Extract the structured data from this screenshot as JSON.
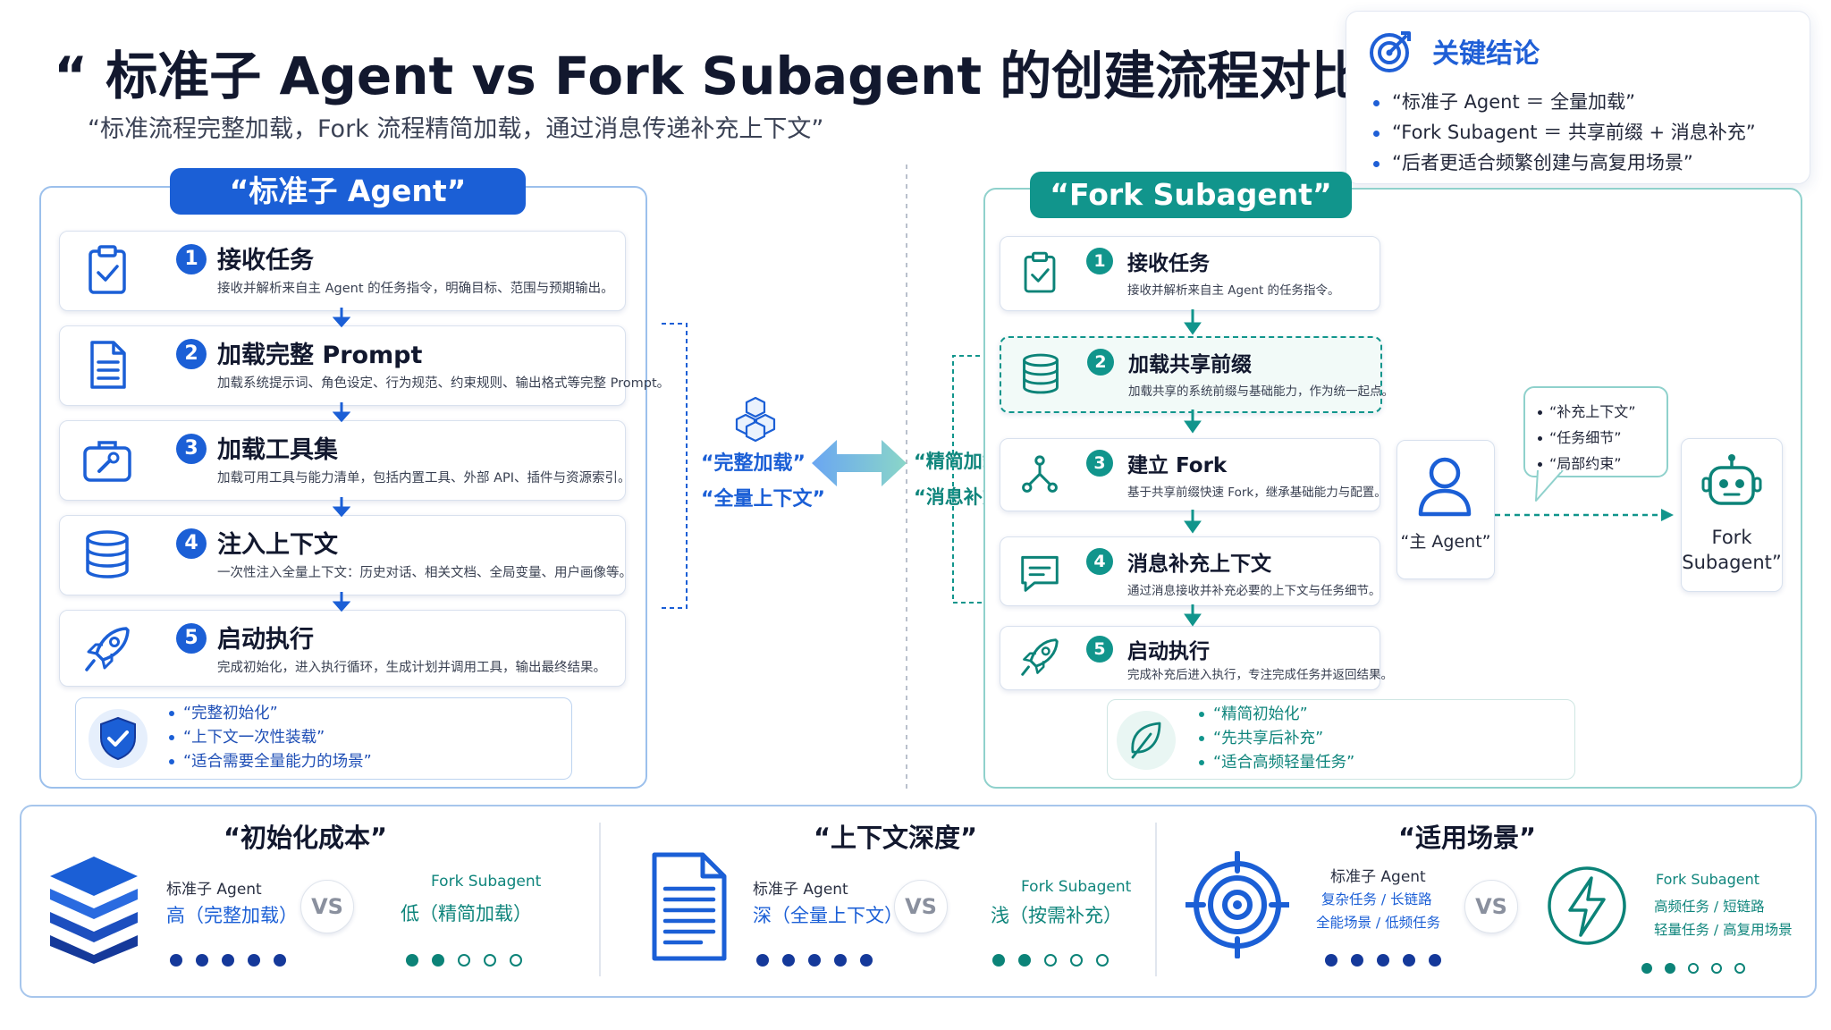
{
  "header": {
    "title": "“ 标准子 Agent vs Fork Subagent 的创建流程对比 ”",
    "subtitle": "“标准流程完整加载，Fork 流程精简加载，通过消息传递补充上下文”"
  },
  "conclusion": {
    "title": "关键结论",
    "items": [
      "“标准子 Agent ＝ 全量加载”",
      "“Fork Subagent ＝ 共享前缀 + 消息补充”",
      "“后者更适合频繁创建与高复用场景”"
    ]
  },
  "left": {
    "header": "“标准子 Agent”",
    "steps": [
      {
        "num": "1",
        "title": "接收任务",
        "desc": "接收并解析来自主 Agent 的任务指令，明确目标、范围与预期输出。",
        "icon": "clipboard-check-icon"
      },
      {
        "num": "2",
        "title": "加载完整 Prompt",
        "desc": "加载系统提示词、角色设定、行为规范、约束规则、输出格式等完整 Prompt。",
        "icon": "document-icon"
      },
      {
        "num": "3",
        "title": "加载工具集",
        "desc": "加载可用工具与能力清单，包括内置工具、外部 API、插件与资源索引。",
        "icon": "toolbox-icon"
      },
      {
        "num": "4",
        "title": "注入上下文",
        "desc": "一次性注入全量上下文：历史对话、相关文档、全局变量、用户画像等。",
        "icon": "database-icon"
      },
      {
        "num": "5",
        "title": "启动执行",
        "desc": "完成初始化，进入执行循环，生成计划并调用工具，输出最终结果。",
        "icon": "rocket-icon"
      }
    ],
    "notes": [
      "“完整初始化”",
      "“上下文一次性装载”",
      "“适合需要全量能力的场景”"
    ]
  },
  "middle": {
    "left_label1": "“完整加载”",
    "left_label2": "“全量上下文”",
    "right_label1": "“精简加载”",
    "right_label2": "“消息补充”"
  },
  "right": {
    "header": "“Fork Subagent”",
    "steps": [
      {
        "num": "1",
        "title": "接收任务",
        "desc": "接收并解析来自主 Agent 的任务指令。",
        "icon": "clipboard-check-icon"
      },
      {
        "num": "2",
        "title": "加载共享前缀",
        "desc": "加载共享的系统前缀与基础能力，作为统一起点。",
        "icon": "database-icon"
      },
      {
        "num": "3",
        "title": "建立 Fork",
        "desc": "基于共享前缀快速 Fork，继承基础能力与配置。",
        "icon": "fork-icon"
      },
      {
        "num": "4",
        "title": "消息补充上下文",
        "desc": "通过消息接收并补充必要的上下文与任务细节。",
        "icon": "chat-icon"
      },
      {
        "num": "5",
        "title": "启动执行",
        "desc": "完成补充后进入执行，专注完成任务并返回结果。",
        "icon": "rocket-icon"
      }
    ],
    "notes": [
      "“精简初始化”",
      "“先共享后补充”",
      "“适合高频轻量任务”"
    ],
    "bubble": [
      "“补充上下文”",
      "“任务细节”",
      "“局部约束”"
    ],
    "main_agent": "“主 Agent”",
    "fork_subagent_line1": "Fork",
    "fork_subagent_line2": "Subagent”"
  },
  "bottom": {
    "sections": [
      {
        "title": "“初始化成本”",
        "std_label": "标准子 Agent",
        "std_value": "高（完整加载）",
        "vs": "VS",
        "fork_label": "Fork Subagent",
        "fork_value": "低（精简加载）",
        "std_level": 5,
        "fork_level": 2,
        "icon": "layers-icon"
      },
      {
        "title": "“上下文深度”",
        "std_label": "标准子 Agent",
        "std_value": "深（全量上下文）",
        "vs": "VS",
        "fork_label": "Fork Subagent",
        "fork_value": "浅（按需补充）",
        "std_level": 5,
        "fork_level": 2,
        "icon": "document-lines-icon"
      },
      {
        "title": "“适用场景”",
        "std_label": "标准子 Agent",
        "std_value1": "复杂任务 / 长链路",
        "std_value2": "全能场景 / 低频任务",
        "vs": "VS",
        "fork_label": "Fork Subagent",
        "fork_value1": "高频任务 / 短链路",
        "fork_value2": "轻量任务 / 高复用场景",
        "std_level": 5,
        "fork_level": 2,
        "icon": "target-icon"
      }
    ]
  },
  "colors": {
    "primary_blue": "#1b5fd6",
    "teal": "#11958c",
    "dark_navy": "#15399a"
  }
}
